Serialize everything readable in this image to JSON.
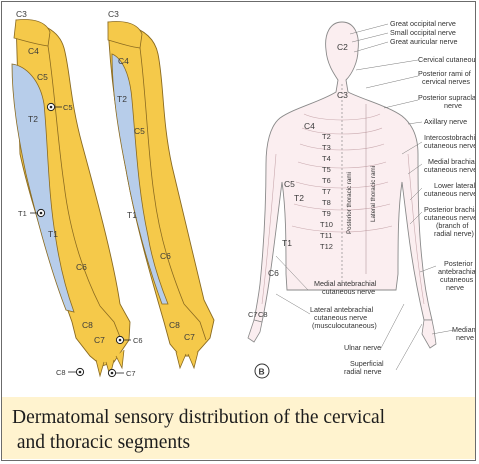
{
  "figure": {
    "colors": {
      "dermatome_yellow": "#f5c94a",
      "dermatome_blue": "#b7cdea",
      "outline": "#8a6a20",
      "caption_bg": "#fff3cf"
    },
    "arm_a": {
      "segments": [
        "C3",
        "C4",
        "C5",
        "T2",
        "T1",
        "C6",
        "C8",
        "C7"
      ],
      "pointers": [
        "C5",
        "T1",
        "C6",
        "C8",
        "C7"
      ]
    },
    "arm_b": {
      "segments": [
        "C3",
        "C4",
        "T2",
        "C5",
        "T1",
        "C6",
        "C8",
        "C7"
      ]
    },
    "panel_b": {
      "letter": "B",
      "body_segments": [
        "C2",
        "C3",
        "C4",
        "C5",
        "T2",
        "T1",
        "C6",
        "C7",
        "C8"
      ],
      "thoracic_levels": [
        "T2",
        "T3",
        "T4",
        "T5",
        "T6",
        "T7",
        "T8",
        "T9",
        "T10",
        "T11",
        "T12"
      ],
      "rami": [
        "Posterior thoracic rami",
        "Lateral thoracic rami"
      ],
      "right_labels": [
        [
          "Great occipital nerve"
        ],
        [
          "Small occipital nerve"
        ],
        [
          "Great auricular nerve"
        ],
        [
          "Cervical cutaneous nerve"
        ],
        [
          "Posterior rami of",
          "cervical nerves"
        ],
        [
          "Posterior supraclavicular",
          "nerve"
        ],
        [
          "Axillary nerve"
        ],
        [
          "Intercostobrachial",
          "cutaneous nerve"
        ],
        [
          "Medial brachial",
          "cutaneous nerve"
        ],
        [
          "Lower lateral",
          "cutaneous nerve"
        ],
        [
          "Posterior brachial",
          "cutaneous nerve",
          "(branch of",
          "radial nerve)"
        ],
        [
          "Posterior",
          "antebrachial",
          "cutaneous",
          "nerve"
        ],
        [
          "Median",
          "nerve"
        ]
      ],
      "bottom_labels": [
        [
          "Medial antebrachial",
          "cutaneous nerve"
        ],
        [
          "Lateral antebrachial",
          "cutaneous nerve",
          "(musculocutaneous)"
        ],
        [
          "Ulnar nerve"
        ],
        [
          "Superficial",
          "radial nerve"
        ]
      ]
    }
  },
  "caption": {
    "line1": "Dermatomal sensory distribution of the cervical",
    "line2": " and thoracic segments"
  }
}
